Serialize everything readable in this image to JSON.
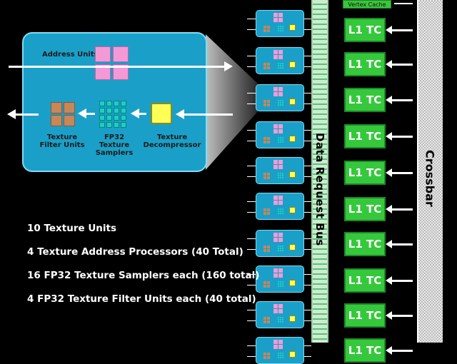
{
  "zoom_unit": {
    "address_units_label": "Address Units",
    "filter_units_label": "Texture\nFilter Units",
    "samplers_label": "FP32\nTexture\nSamplers",
    "decompressor_label": "Texture\nDecompressor"
  },
  "bus_label": "Data Request Bus",
  "crossbar_label": "Crossbar",
  "vertex_cache_label": "Vertex Cache",
  "l1_label": "L1 TC",
  "stats": [
    "10 Texture Units",
    "4 Texture Address Processors (40 Total)",
    "16 FP32 Texture Samplers each (160 total)",
    "4 FP32 Texture Filter Units each (40 total)"
  ],
  "colors": {
    "unit_fill": "#1aa0c8",
    "address_unit": "#f39ad6",
    "filter_unit": "#c6875a",
    "sampler": "#1ad0c4",
    "decompressor": "#ffff55",
    "l1_tc": "#36c83c"
  }
}
